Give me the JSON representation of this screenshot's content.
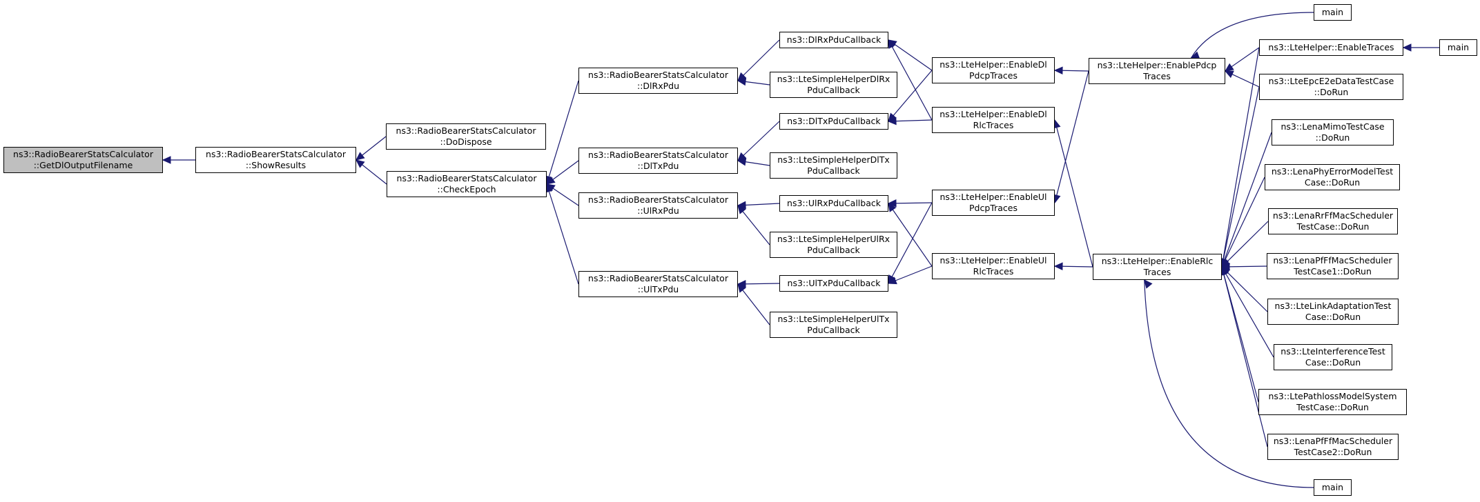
{
  "colors": {
    "edge": "#191970",
    "root_fill": "#bfbfbf",
    "node_fill": "#ffffff",
    "border": "#000000"
  },
  "nodes": {
    "root": [
      "ns3::RadioBearerStatsCalculator",
      "::GetDlOutputFilename"
    ],
    "show_results": [
      "ns3::RadioBearerStatsCalculator",
      "::ShowResults"
    ],
    "do_dispose": [
      "ns3::RadioBearerStatsCalculator",
      "::DoDispose"
    ],
    "check_epoch": [
      "ns3::RadioBearerStatsCalculator",
      "::CheckEpoch"
    ],
    "dl_rx_pdu": [
      "ns3::RadioBearerStatsCalculator",
      "::DlRxPdu"
    ],
    "dl_tx_pdu": [
      "ns3::RadioBearerStatsCalculator",
      "::DlTxPdu"
    ],
    "ul_rx_pdu": [
      "ns3::RadioBearerStatsCalculator",
      "::UlRxPdu"
    ],
    "ul_tx_pdu": [
      "ns3::RadioBearerStatsCalculator",
      "::UlTxPdu"
    ],
    "dl_rx_pdu_cb": [
      "ns3::DlRxPduCallback"
    ],
    "simple_dl_rx": [
      "ns3::LteSimpleHelperDlRx",
      "PduCallback"
    ],
    "dl_tx_pdu_cb": [
      "ns3::DlTxPduCallback"
    ],
    "simple_dl_tx": [
      "ns3::LteSimpleHelperDlTx",
      "PduCallback"
    ],
    "ul_rx_pdu_cb": [
      "ns3::UlRxPduCallback"
    ],
    "simple_ul_rx": [
      "ns3::LteSimpleHelperUlRx",
      "PduCallback"
    ],
    "ul_tx_pdu_cb": [
      "ns3::UlTxPduCallback"
    ],
    "simple_ul_tx": [
      "ns3::LteSimpleHelperUlTx",
      "PduCallback"
    ],
    "enable_dl_pdcp": [
      "ns3::LteHelper::EnableDl",
      "PdcpTraces"
    ],
    "enable_dl_rlc": [
      "ns3::LteHelper::EnableDl",
      "RlcTraces"
    ],
    "enable_ul_pdcp": [
      "ns3::LteHelper::EnableUl",
      "PdcpTraces"
    ],
    "enable_ul_rlc": [
      "ns3::LteHelper::EnableUl",
      "RlcTraces"
    ],
    "enable_pdcp": [
      "ns3::LteHelper::EnablePdcp",
      "Traces"
    ],
    "enable_rlc": [
      "ns3::LteHelper::EnableRlc",
      "Traces"
    ],
    "main_top": [
      "main"
    ],
    "enable_traces": [
      "ns3::LteHelper::EnableTraces"
    ],
    "main_right": [
      "main"
    ],
    "epc_e2e": [
      "ns3::LteEpcE2eDataTestCase",
      "::DoRun"
    ],
    "lena_mimo": [
      "ns3::LenaMimoTestCase",
      "::DoRun"
    ],
    "lena_phy_error": [
      "ns3::LenaPhyErrorModelTest",
      "Case::DoRun"
    ],
    "lena_rrff": [
      "ns3::LenaRrFfMacScheduler",
      "TestCase::DoRun"
    ],
    "lena_pfff1": [
      "ns3::LenaPfFfMacScheduler",
      "TestCase1::DoRun"
    ],
    "link_adaptation": [
      "ns3::LteLinkAdaptationTest",
      "Case::DoRun"
    ],
    "interference": [
      "ns3::LteInterferenceTest",
      "Case::DoRun"
    ],
    "pathloss": [
      "ns3::LtePathlossModelSystem",
      "TestCase::DoRun"
    ],
    "lena_pfff2": [
      "ns3::LenaPfFfMacScheduler",
      "TestCase2::DoRun"
    ],
    "main_bottom": [
      "main"
    ]
  }
}
